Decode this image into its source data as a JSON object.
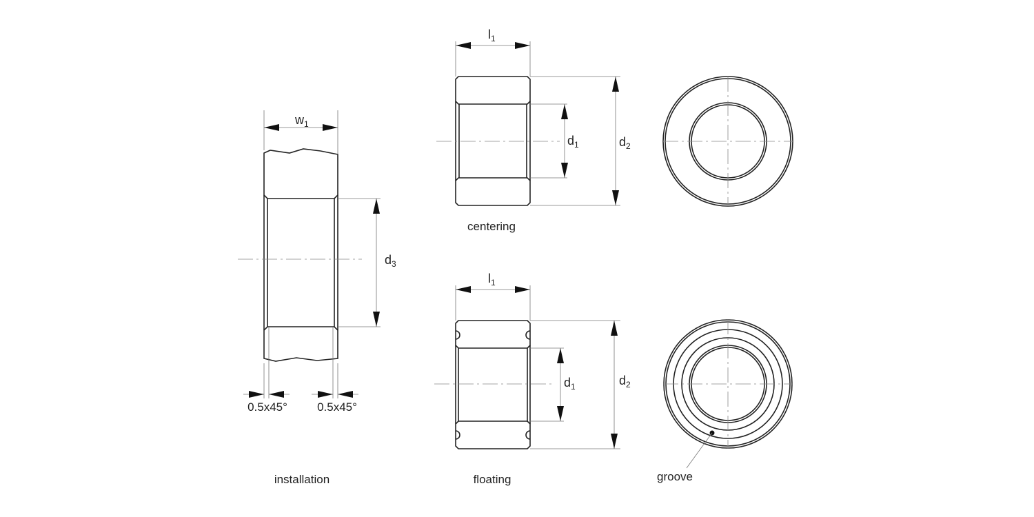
{
  "views": {
    "installation": {
      "label": "installation",
      "width_symbol": "w",
      "width_sub": "1",
      "bore_symbol": "d",
      "bore_sub": "3",
      "chamfer_left": "0.5x45°",
      "chamfer_right": "0.5x45°"
    },
    "centering": {
      "label": "centering",
      "length_symbol": "l",
      "length_sub": "1",
      "inner_symbol": "d",
      "inner_sub": "1",
      "outer_symbol": "d",
      "outer_sub": "2"
    },
    "floating": {
      "label": "floating",
      "length_symbol": "l",
      "length_sub": "1",
      "inner_symbol": "d",
      "inner_sub": "1",
      "outer_symbol": "d",
      "outer_sub": "2",
      "groove_label": "groove"
    }
  },
  "colors": {
    "line": "#222222",
    "thin": "#777777"
  }
}
